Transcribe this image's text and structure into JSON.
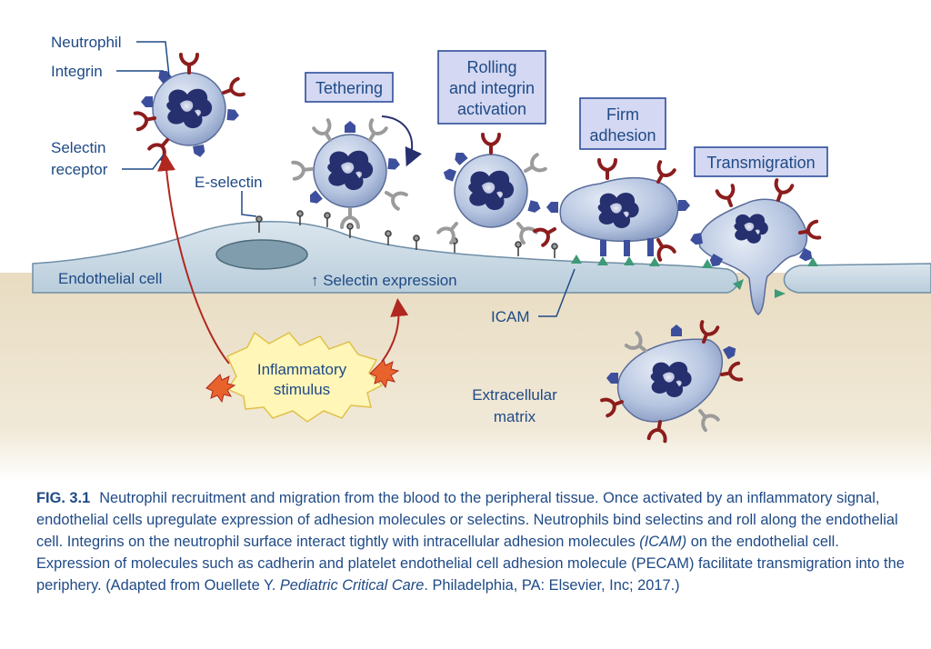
{
  "labels": {
    "neutrophil": "Neutrophil",
    "integrin": "Integrin",
    "selectin_receptor_1": "Selectin",
    "selectin_receptor_2": "receptor",
    "e_selectin": "E-selectin",
    "endothelial_cell": "Endothelial cell",
    "selectin_expression": "↑ Selectin expression",
    "icam": "ICAM",
    "inflammatory_1": "Inflammatory",
    "inflammatory_2": "stimulus",
    "ecm_1": "Extracellular",
    "ecm_2": "matrix"
  },
  "stages": {
    "tethering": "Tethering",
    "rolling_1": "Rolling",
    "rolling_2": "and integrin",
    "rolling_3": "activation",
    "firm_1": "Firm",
    "firm_2": "adhesion",
    "transmigration": "Transmigration"
  },
  "caption": {
    "fig_no": "FIG. 3.1",
    "text_1": "Neutrophil recruitment and migration from the blood to the peripheral tissue. Once activated by an inflammatory signal, endothelial cells upregulate expression of adhesion molecules or selectins. Neutrophils bind selectins and roll along the endothelial cell. Integrins on the neutrophil surface interact tightly with intracellular adhesion molecules ",
    "icam_italic": "(ICAM)",
    "text_2": " on the endothelial cell. Expression of molecules such as cadherin and platelet endothelial cell adhesion molecule (PECAM) facilitate transmigration into the periphery. (Adapted from Ouellete Y. ",
    "book_italic": "Pediatric Critical Care",
    "text_3": ". Philadelphia, PA: Elsevier, Inc; 2017.)"
  },
  "colors": {
    "label_blue": "#1f4a86",
    "cell_fill": "#b9c8e2",
    "nucleus": "#27306e",
    "selectin_red": "#8c1d1d",
    "integrin_blue": "#3d4f9c",
    "icam_green": "#3f9a78",
    "endothelium": "#c9d8e4",
    "matrix": "#ece0c8",
    "stage_box": "#d4d8f2",
    "arrow_red": "#b0281f",
    "burst_yellow": "#fff6b8"
  }
}
